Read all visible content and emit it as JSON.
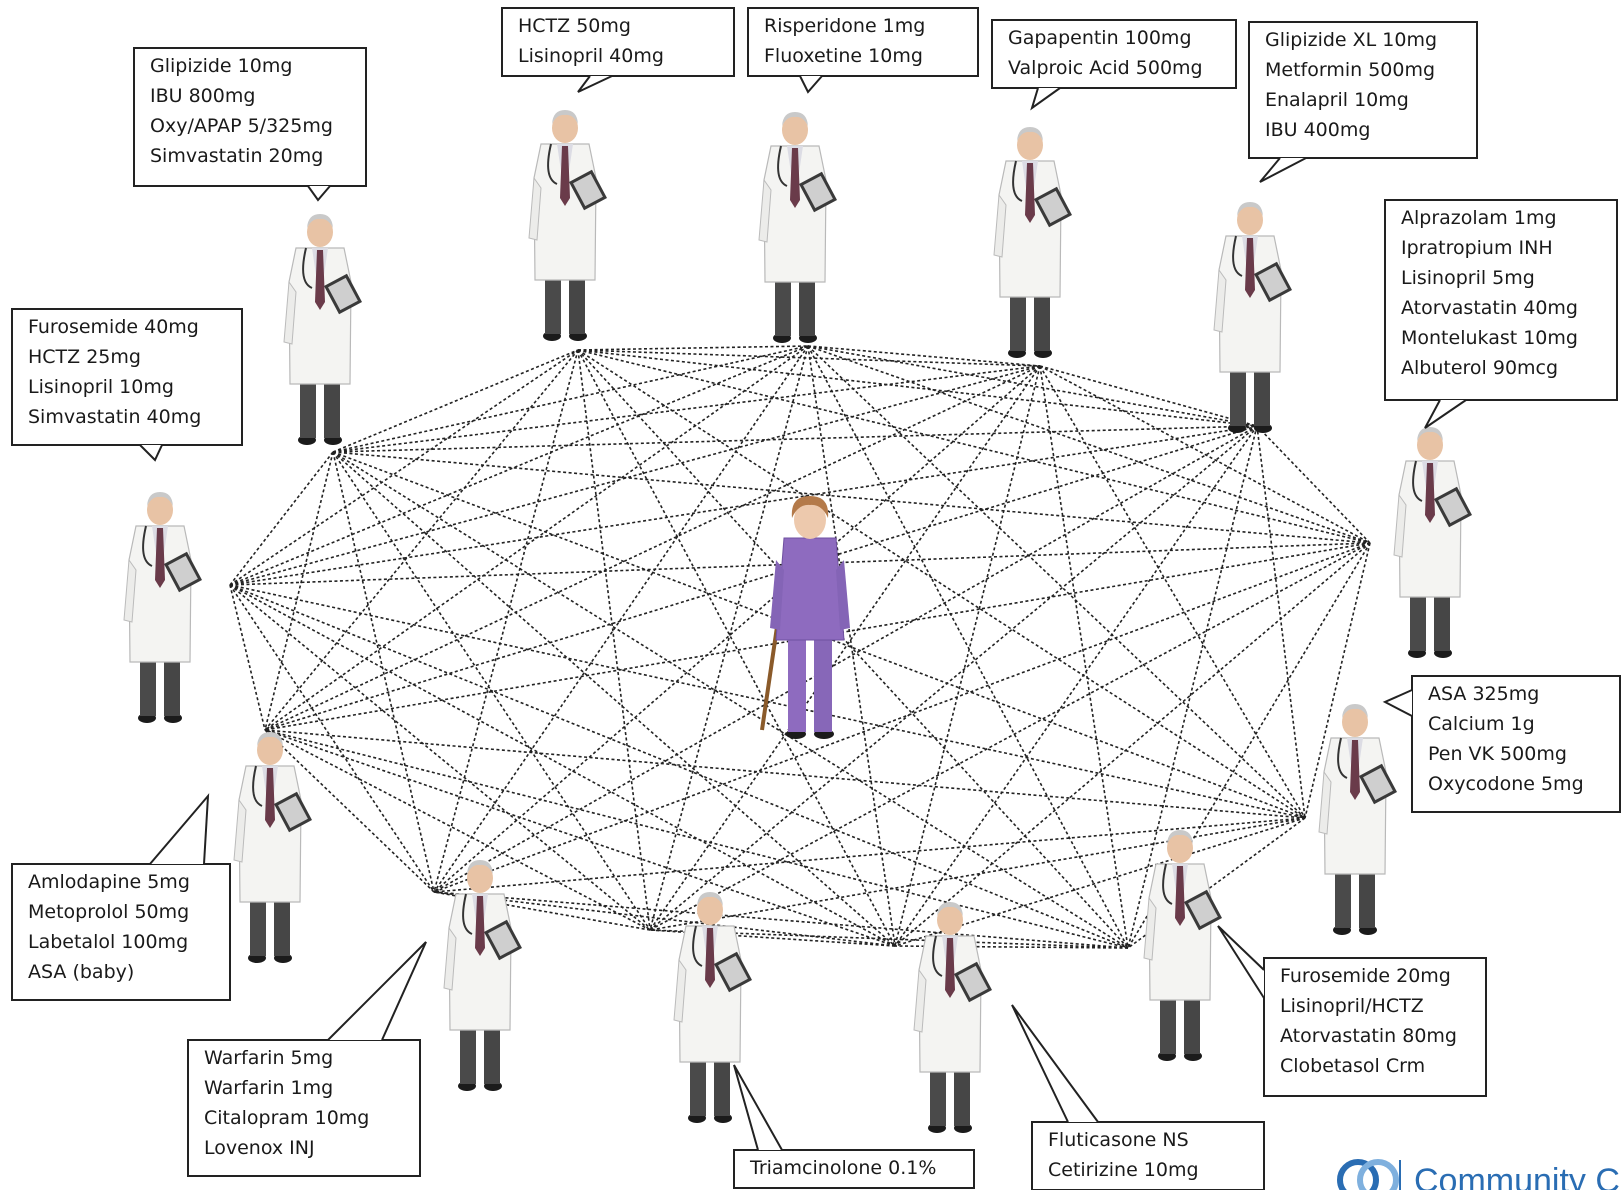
{
  "doctors": [
    {
      "id": "d1",
      "meds": [
        "Furosemide 40mg",
        "HCTZ 25mg",
        "Lisinopril 10mg",
        "Simvastatin 40mg"
      ]
    },
    {
      "id": "d2",
      "meds": [
        "Glipizide 10mg",
        "IBU 800mg",
        "Oxy/APAP 5/325mg",
        "Simvastatin 20mg"
      ]
    },
    {
      "id": "d3",
      "meds": [
        "HCTZ 50mg",
        "Lisinopril 40mg"
      ]
    },
    {
      "id": "d4",
      "meds": [
        "Risperidone 1mg",
        "Fluoxetine 10mg"
      ]
    },
    {
      "id": "d5",
      "meds": [
        "Gapapentin 100mg",
        "Valproic Acid 500mg"
      ]
    },
    {
      "id": "d6",
      "meds": [
        "Glipizide  XL 10mg",
        "Metformin 500mg",
        "Enalapril 10mg",
        "IBU 400mg"
      ]
    },
    {
      "id": "d7",
      "meds": [
        "Alprazolam 1mg",
        "Ipratropium INH",
        "Lisinopril 5mg",
        "Atorvastatin 40mg",
        "Montelukast 10mg",
        "Albuterol 90mcg"
      ]
    },
    {
      "id": "d8",
      "meds": [
        "ASA 325mg",
        "Calcium 1g",
        "Pen VK 500mg",
        "Oxycodone 5mg"
      ]
    },
    {
      "id": "d9",
      "meds": [
        "Furosemide 20mg",
        "Lisinopril/HCTZ",
        "Atorvastatin 80mg",
        "Clobetasol Crm"
      ]
    },
    {
      "id": "d10",
      "meds": [
        "Fluticasone NS",
        "Cetirizine 10mg"
      ]
    },
    {
      "id": "d11",
      "meds": [
        "Triamcinolone  0.1%"
      ]
    },
    {
      "id": "d12",
      "meds": [
        "Warfarin 5mg",
        "Warfarin 1mg",
        "Citalopram 10mg",
        "Lovenox INJ"
      ]
    },
    {
      "id": "d13",
      "meds": [
        "Amlodapine 5mg",
        "Metoprolol  50mg",
        "Labetalol 100mg",
        "ASA (baby)"
      ]
    }
  ],
  "logo": {
    "text": "Community C"
  },
  "colors": {
    "coat": "#f4f4f2",
    "pants": "#4a4a4a",
    "patient_outfit": "#8e6bbf",
    "line": "#222222",
    "logo": "#2a6db3"
  }
}
